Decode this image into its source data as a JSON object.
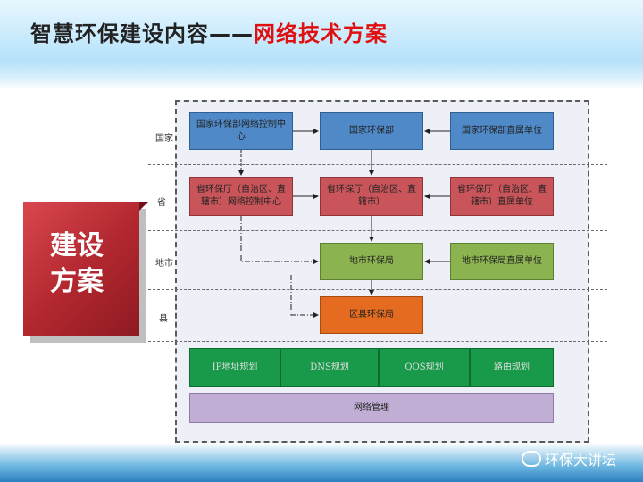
{
  "header": {
    "title_main": "智慧环保建设内容——",
    "title_accent": "网络技术方案"
  },
  "ribbon": {
    "line1": "建设",
    "line2": "方案"
  },
  "diagram": {
    "levels": [
      "国家",
      "省",
      "地市",
      "县"
    ],
    "national": {
      "net_center": "国家环保部网络控制中心",
      "ministry": "国家环保部",
      "direct_units": "国家环保部直属单位"
    },
    "province": {
      "net_center": "省环保厅（自治区、直辖市）网络控制中心",
      "dept": "省环保厅（自治区、直辖市）",
      "direct_units": "省环保厅（自治区、直辖市）直属单位"
    },
    "city": {
      "bureau": "地市环保局",
      "direct_units": "地市环保局直属单位"
    },
    "county": {
      "bureau": "区县环保局"
    },
    "planning": [
      "IP地址规划",
      "DNS规划",
      "QOS规划",
      "路由规划"
    ],
    "management": "网络管理"
  },
  "footer": {
    "watermark": "环保大讲坛"
  },
  "colors": {
    "blue": "#4f89c7",
    "red": "#c9555a",
    "green": "#8bb34f",
    "orange": "#e46b1f",
    "teal": "#199a4a",
    "violet": "#c0aed4",
    "accent_red": "#e01010"
  }
}
